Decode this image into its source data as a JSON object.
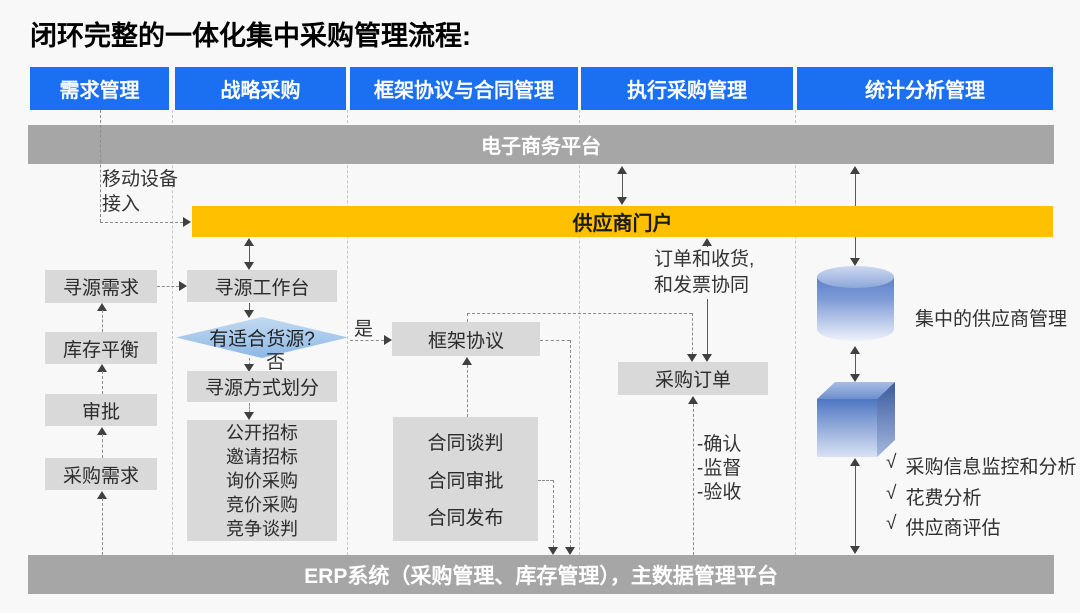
{
  "title": "闭环完整的一体化集中采购管理流程:",
  "colors": {
    "header_blue": "#1b70f2",
    "platform_gray": "#a6a6a6",
    "portal_orange": "#ffc000",
    "box_gray": "#d9d9d9",
    "diamond_blue": "#9fc5ea"
  },
  "headers": {
    "demand": "需求管理",
    "strategic": "战略采购",
    "framework_contract": "框架协议与合同管理",
    "execution": "执行采购管理",
    "statistics": "统计分析管理"
  },
  "platforms": {
    "ecommerce": "电子商务平台",
    "supplier_portal": "供应商门户",
    "erp": "ERP系统（采购管理、库存管理），主数据管理平台"
  },
  "demand_column": {
    "mobile_access": "移动设备\n接入",
    "sourcing_demand": "寻源需求",
    "inventory_balance": "库存平衡",
    "approval": "审批",
    "purchase_demand": "采购需求"
  },
  "strategic_column": {
    "sourcing_workbench": "寻源工作台",
    "decision": "有适合货源?",
    "yes_label": "是",
    "no_label": "否",
    "sourcing_method": "寻源方式划分",
    "methods": [
      "公开招标",
      "邀请招标",
      "询价采购",
      "竞价采购",
      "竞争谈判"
    ]
  },
  "contract_column": {
    "framework_agreement": "框架协议",
    "steps": [
      "合同谈判",
      "合同审批",
      "合同发布"
    ]
  },
  "execution_column": {
    "order_note": "订单和收货,\n和发票协同",
    "purchase_order": "采购订单",
    "actions": [
      "-确认",
      "-监督",
      "-验收"
    ]
  },
  "statistics_column": {
    "supplier_management": "集中的供应商管理",
    "check_mark": "√",
    "checklist": [
      "采购信息监控和分析",
      "花费分析",
      "供应商评估"
    ]
  }
}
